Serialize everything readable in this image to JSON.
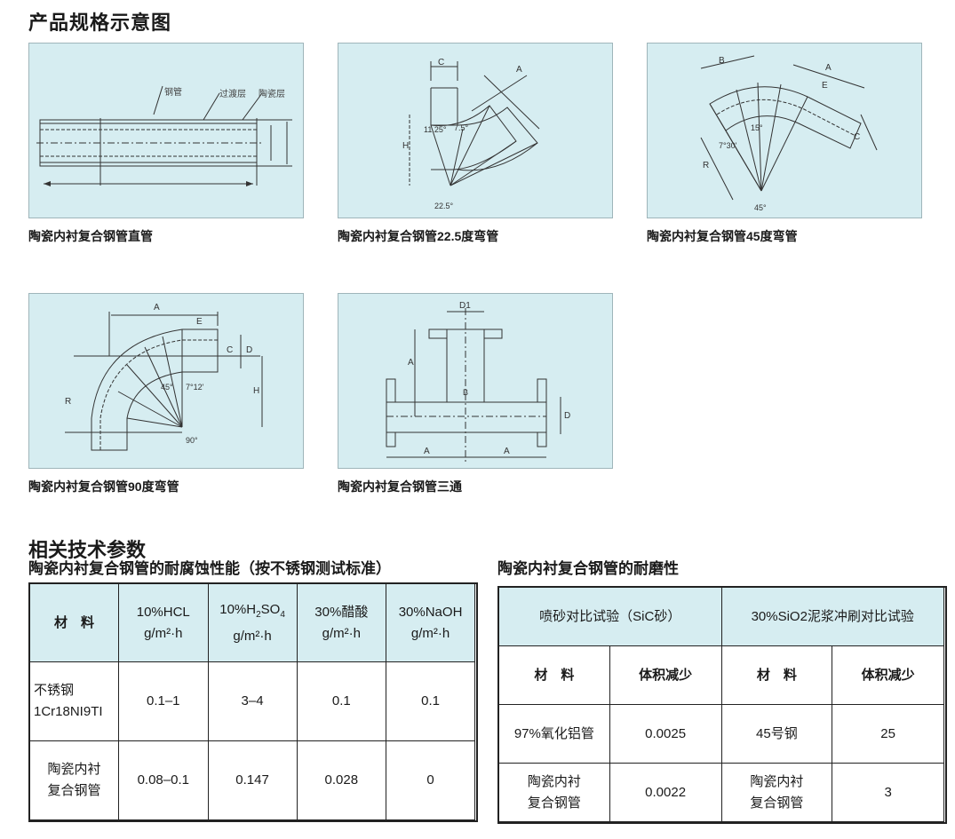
{
  "heading_diagrams": "产品规格示意图",
  "captions": {
    "straight": "陶瓷内衬复合钢管直管",
    "bend22": "陶瓷内衬复合钢管22.5度弯管",
    "bend45": "陶瓷内衬复合钢管45度弯管",
    "bend90": "陶瓷内衬复合钢管90度弯管",
    "tee": "陶瓷内衬复合钢管三通"
  },
  "diagram_labels": {
    "straight": {
      "steel": "钢管",
      "transition": "过渡层",
      "ceramic": "陶瓷层"
    },
    "bend22": {
      "c": "C",
      "a": "A",
      "angle1": "11.25°",
      "angle2": "7.5°",
      "angle3": "22.5°",
      "h": "H"
    },
    "bend45": {
      "b": "B",
      "a": "A",
      "e": "E",
      "c": "C",
      "angle1": "7°30'",
      "angle2": "15°",
      "angle3": "45°",
      "r": "R"
    },
    "bend90": {
      "a": "A",
      "e": "E",
      "c": "C",
      "d": "D",
      "angle1": "45°",
      "angle2": "7°12'",
      "h": "H",
      "r": "R",
      "angle3": "90°"
    },
    "tee": {
      "d1": "D1",
      "a": "A",
      "d": "D",
      "b": "B"
    }
  },
  "heading_params": "相关技术参数",
  "corrosion_table": {
    "title": "陶瓷内衬复合钢管的耐腐蚀性能（按不锈钢测试标准）",
    "material_header": "材　料",
    "columns": [
      {
        "name": "10%HCL",
        "unit": "g/m²·h"
      },
      {
        "name_pre": "10%H",
        "name_sub": "2",
        "name_mid": "SO",
        "name_sub2": "4",
        "unit": "g/m²·h"
      },
      {
        "name": "30%醋酸",
        "unit": "g/m²·h"
      },
      {
        "name": "30%NaOH",
        "unit": "g/m²·h"
      }
    ],
    "rows": [
      {
        "material_line1": "不锈钢",
        "material_line2": "1Cr18NI9TI",
        "values": [
          "0.1–1",
          "3–4",
          "0.1",
          "0.1"
        ]
      },
      {
        "material_line1": "陶瓷内衬",
        "material_line2": "复合钢管",
        "values": [
          "0.08–0.1",
          "0.147",
          "0.028",
          "0"
        ]
      }
    ]
  },
  "wear_table": {
    "title": "陶瓷内衬复合钢管的耐磨性",
    "group1": "喷砂对比试验（SiC砂）",
    "group2": "30%SiO2泥浆冲刷对比试验",
    "col_material": "材　料",
    "col_volume": "体积减少",
    "rows": [
      {
        "m1": "97%氧化铝管",
        "v1": "0.0025",
        "m2": "45号钢",
        "v2": "25"
      },
      {
        "m1_line1": "陶瓷内衬",
        "m1_line2": "复合钢管",
        "v1": "0.0022",
        "m2_line1": "陶瓷内衬",
        "m2_line2": "复合钢管",
        "v2": "3"
      }
    ]
  }
}
